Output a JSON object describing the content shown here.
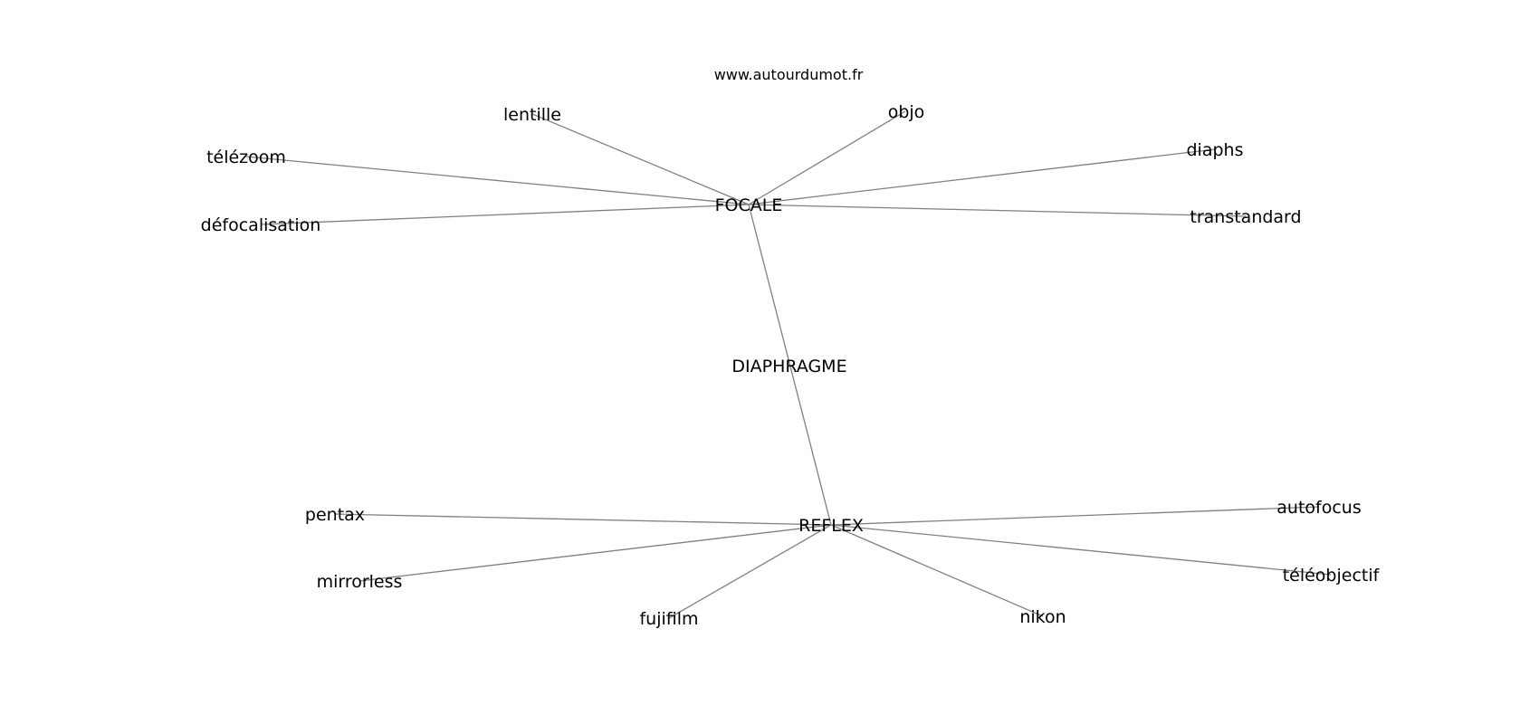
{
  "source": "www.autourdumot.fr",
  "graph": {
    "nodes": [
      {
        "id": "focale",
        "label": "FOCALE"
      },
      {
        "id": "diaphragme",
        "label": "DIAPHRAGME"
      },
      {
        "id": "reflex",
        "label": "REFLEX"
      },
      {
        "id": "lentille",
        "label": "lentille"
      },
      {
        "id": "objo",
        "label": "objo"
      },
      {
        "id": "telezoom",
        "label": "télézoom"
      },
      {
        "id": "diaphs",
        "label": "diaphs"
      },
      {
        "id": "defocalisation",
        "label": "défocalisation"
      },
      {
        "id": "transtandard",
        "label": "transtandard"
      },
      {
        "id": "pentax",
        "label": "pentax"
      },
      {
        "id": "autofocus",
        "label": "autofocus"
      },
      {
        "id": "mirrorless",
        "label": "mirrorless"
      },
      {
        "id": "teleobjectif",
        "label": "téléobjectif"
      },
      {
        "id": "fujifilm",
        "label": "fujifilm"
      },
      {
        "id": "nikon",
        "label": "nikon"
      }
    ],
    "edges": [
      [
        "focale",
        "lentille"
      ],
      [
        "focale",
        "objo"
      ],
      [
        "focale",
        "telezoom"
      ],
      [
        "focale",
        "diaphs"
      ],
      [
        "focale",
        "defocalisation"
      ],
      [
        "focale",
        "transtandard"
      ],
      [
        "focale",
        "reflex"
      ],
      [
        "reflex",
        "pentax"
      ],
      [
        "reflex",
        "autofocus"
      ],
      [
        "reflex",
        "mirrorless"
      ],
      [
        "reflex",
        "teleobjectif"
      ],
      [
        "reflex",
        "fujifilm"
      ],
      [
        "reflex",
        "nikon"
      ]
    ]
  }
}
